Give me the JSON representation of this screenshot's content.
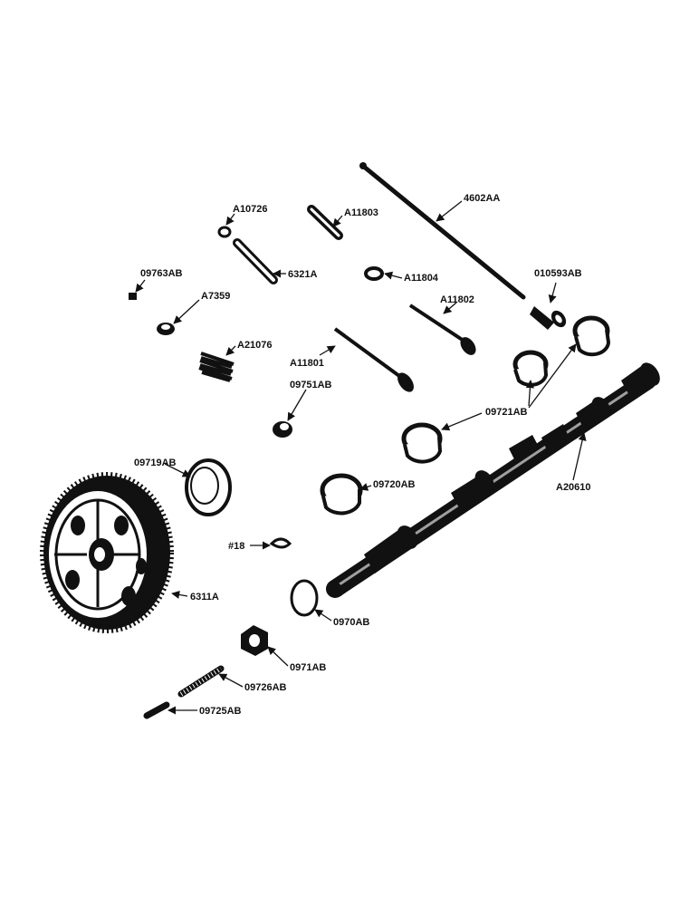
{
  "parts": {
    "p4602AA": "4602AA",
    "pA11803": "A11803",
    "pA10726": "A10726",
    "p6321A": "6321A",
    "pA11804": "A11804",
    "p09763AB": "09763AB",
    "pA7359": "A7359",
    "pA11802": "A11802",
    "p010593AB": "010593AB",
    "pA21076": "A21076",
    "pA11801": "A11801",
    "p09751AB": "09751AB",
    "p09721AB": "09721AB",
    "p09719AB": "09719AB",
    "p09720AB": "09720AB",
    "pA20610": "A20610",
    "p18": "#18",
    "p6311A": "6311A",
    "p0970AB": "0970AB",
    "p0971AB": "0971AB",
    "p09726AB": "09726AB",
    "p09725AB": "09725AB"
  },
  "colors": {
    "ink": "#111111",
    "paper": "#ffffff"
  }
}
